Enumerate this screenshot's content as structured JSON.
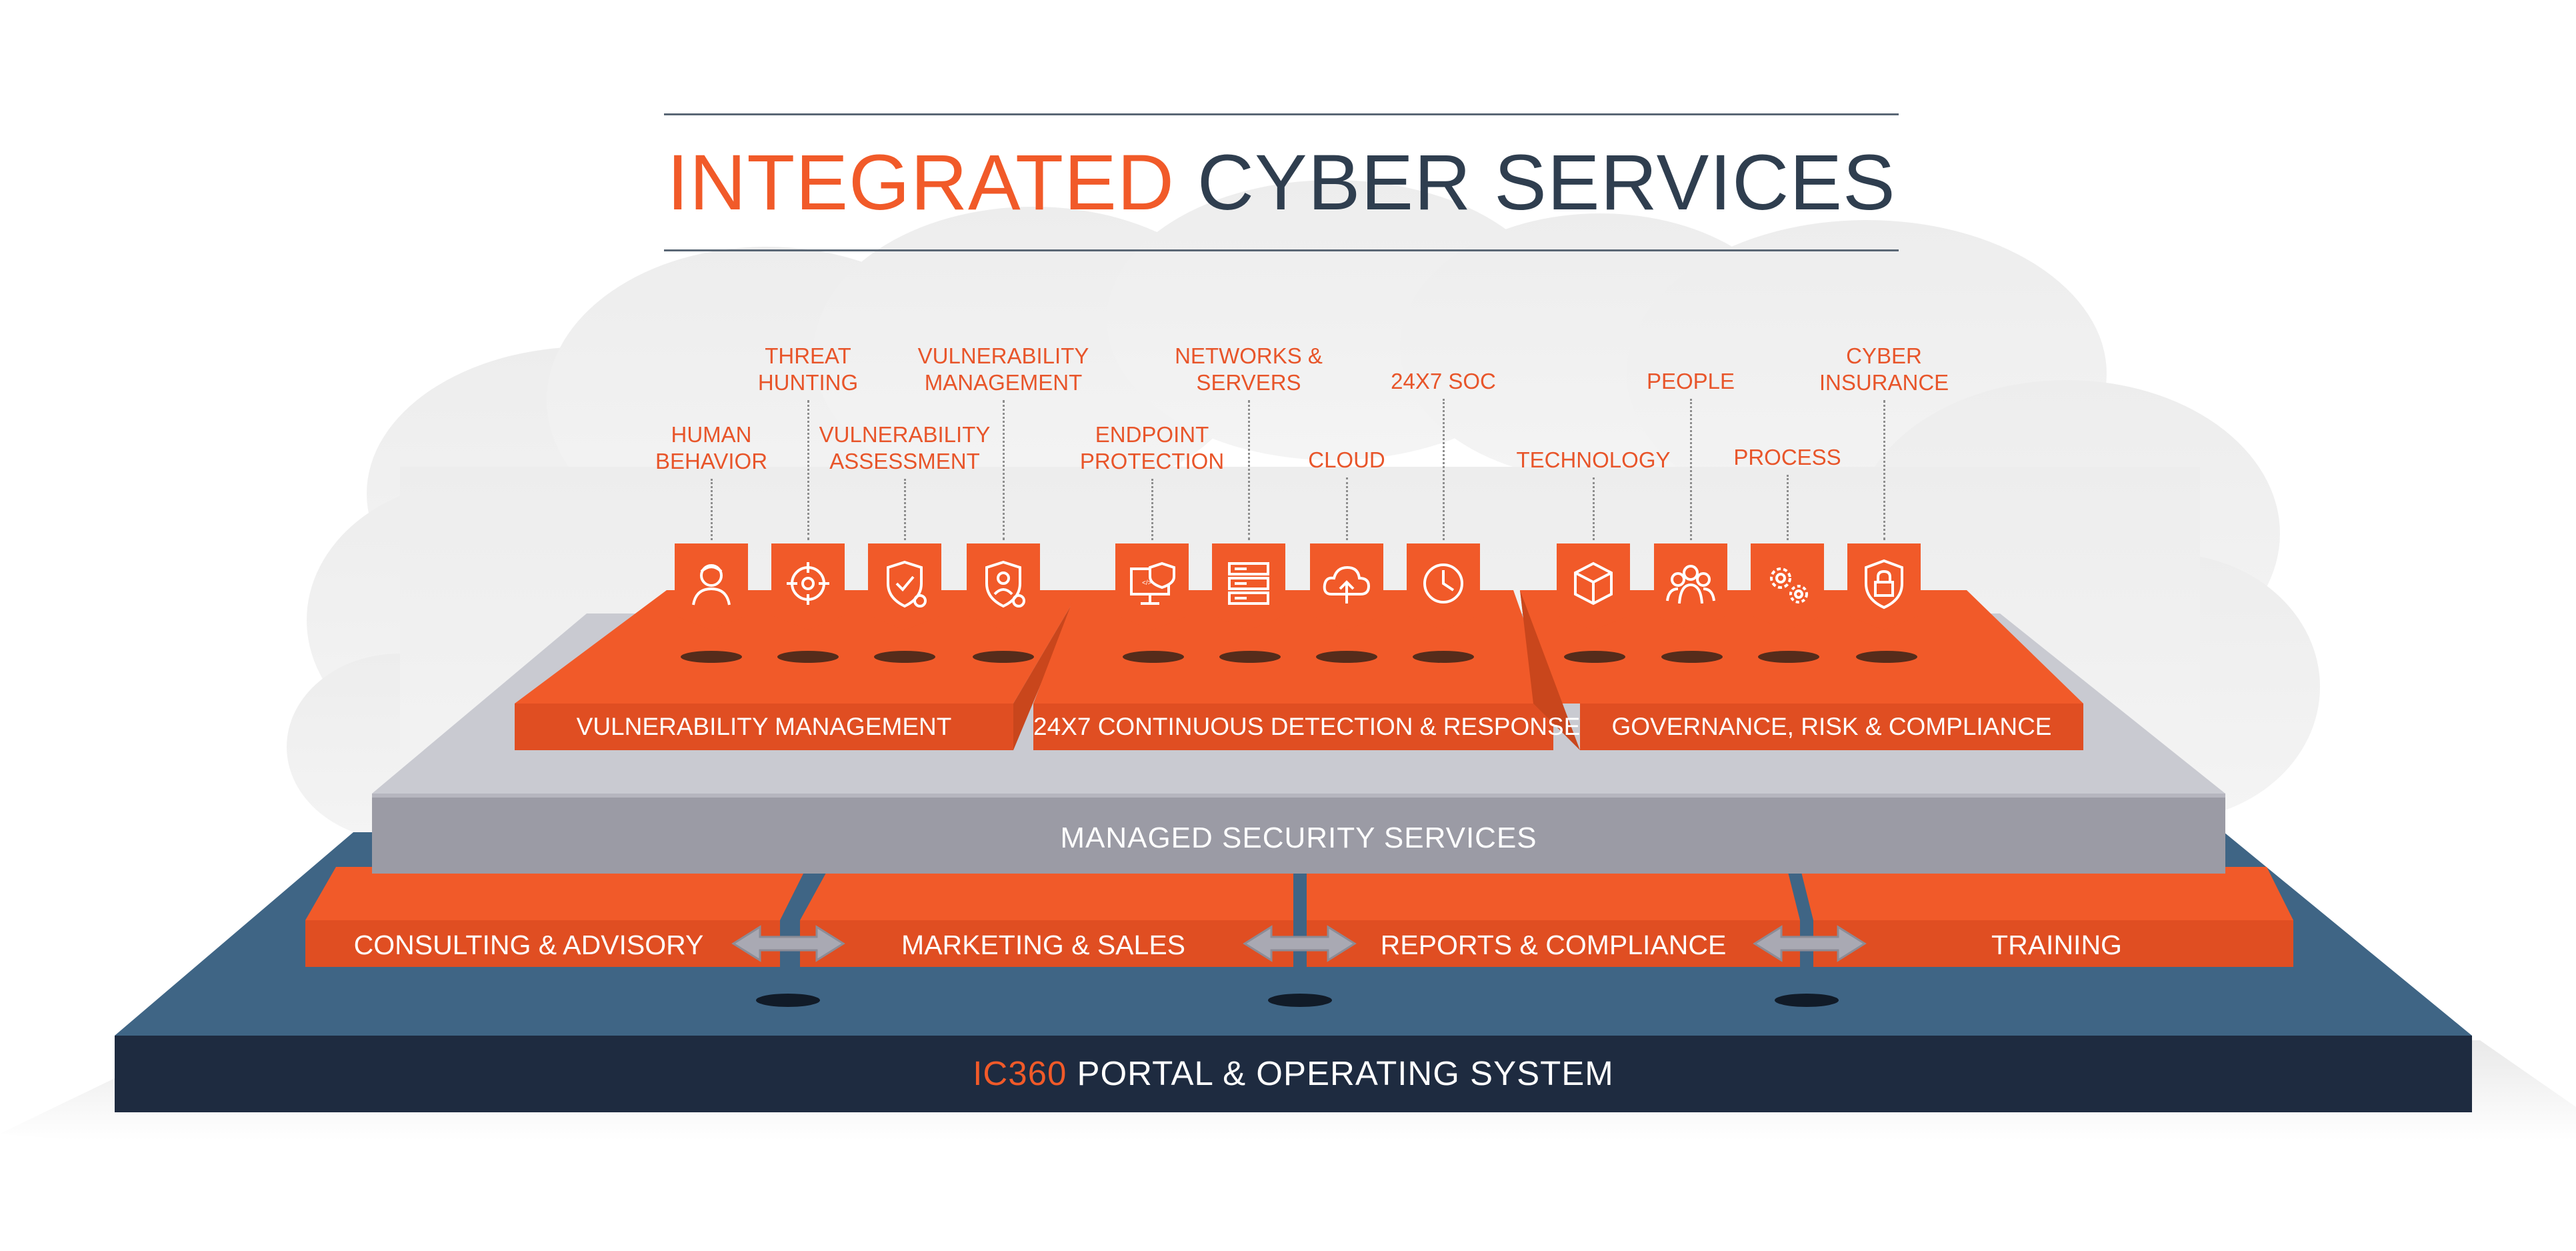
{
  "title": {
    "accent": "INTEGRATED",
    "rest": " CYBER SERVICES"
  },
  "services": {
    "human_behavior": "HUMAN\nBEHAVIOR",
    "threat_hunting": "THREAT\nHUNTING",
    "vuln_assessment": "VULNERABILITY\nASSESSMENT",
    "vuln_management": "VULNERABILITY\nMANAGEMENT",
    "endpoint_protection": "ENDPOINT\nPROTECTION",
    "networks_servers": "NETWORKS &\nSERVERS",
    "cloud": "CLOUD",
    "soc": "24X7 SOC",
    "technology": "TECHNOLOGY",
    "people": "PEOPLE",
    "process": "PROCESS",
    "cyber_insurance": "CYBER\nINSURANCE"
  },
  "platforms": {
    "vulnerability_management": "VULNERABILITY MANAGEMENT",
    "continuous_detection": "24X7 CONTINUOUS DETECTION & RESPONSE",
    "governance": "GOVERNANCE, RISK & COMPLIANCE"
  },
  "managed_security": "MANAGED SECURITY SERVICES",
  "bottom_blocks": {
    "consulting": "CONSULTING & ADVISORY",
    "marketing": "MARKETING & SALES",
    "reports": "REPORTS & COMPLIANCE",
    "training": "TRAINING"
  },
  "portal": {
    "accent": "IC360",
    "rest": " PORTAL & OPERATING SYSTEM"
  },
  "icons": [
    "person-icon",
    "crosshair-icon",
    "shield-check-icon",
    "shield-user-icon",
    "monitor-code-icon",
    "server-rack-icon",
    "cloud-upload-icon",
    "clock-icon",
    "cube-icon",
    "people-icon",
    "gears-icon",
    "shield-lock-icon"
  ],
  "colors": {
    "orange": "#f15a29",
    "dark_navy": "#1e2b40",
    "blue_base": "#3f6585",
    "gray_slab": "#9b9ba5",
    "title_dark": "#2f3e4f"
  }
}
